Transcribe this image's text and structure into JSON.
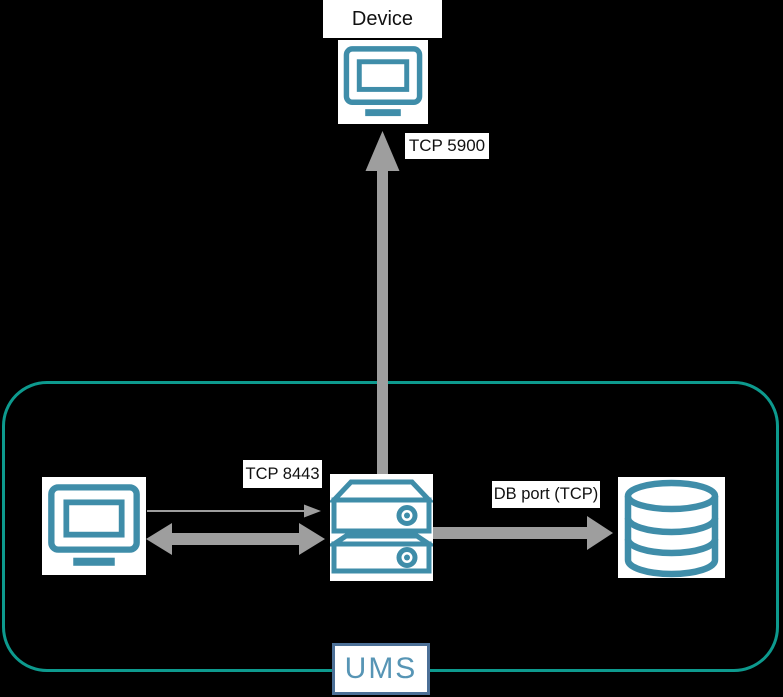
{
  "labels": {
    "device": "Device",
    "tcp_5900": "TCP 5900",
    "tcp_8443": "TCP 8443",
    "db_port": "DB port (TCP)",
    "ums": "UMS"
  },
  "nodes": [
    {
      "id": "device",
      "label": "Device",
      "icon": "monitor-icon",
      "location": "outside-ums-top"
    },
    {
      "id": "admin-console",
      "icon": "monitor-icon",
      "location": "inside-ums-left"
    },
    {
      "id": "ums-server",
      "icon": "server-icon",
      "location": "inside-ums-center"
    },
    {
      "id": "database",
      "icon": "database-icon",
      "location": "inside-ums-right"
    }
  ],
  "container": {
    "id": "ums",
    "label": "UMS"
  },
  "connections": [
    {
      "port_label": "TCP 5900",
      "from": "ums-server",
      "to": "device",
      "direction": "up",
      "arrow_style": "thick-solid"
    },
    {
      "port_label": "TCP 8443",
      "from": "admin-console",
      "to": "ums-server",
      "direction": "right",
      "arrow_style": "thin-solid"
    },
    {
      "port_label": "TCP 8443",
      "from": "admin-console",
      "to": "ums-server",
      "direction": "bidirectional",
      "arrow_style": "thick-double-headed"
    },
    {
      "port_label": "DB port (TCP)",
      "from": "ums-server",
      "to": "database",
      "direction": "right",
      "arrow_style": "thick-solid"
    }
  ],
  "colors": {
    "background": "#000000",
    "icon_teal": "#3f8da9",
    "container_border_teal": "#0d9a8e",
    "arrow_gray": "#9e9e9e",
    "label_background": "#ffffff",
    "label_text": "#111111",
    "ums_box_border": "#4c7097",
    "ums_text": "#5795b5"
  }
}
